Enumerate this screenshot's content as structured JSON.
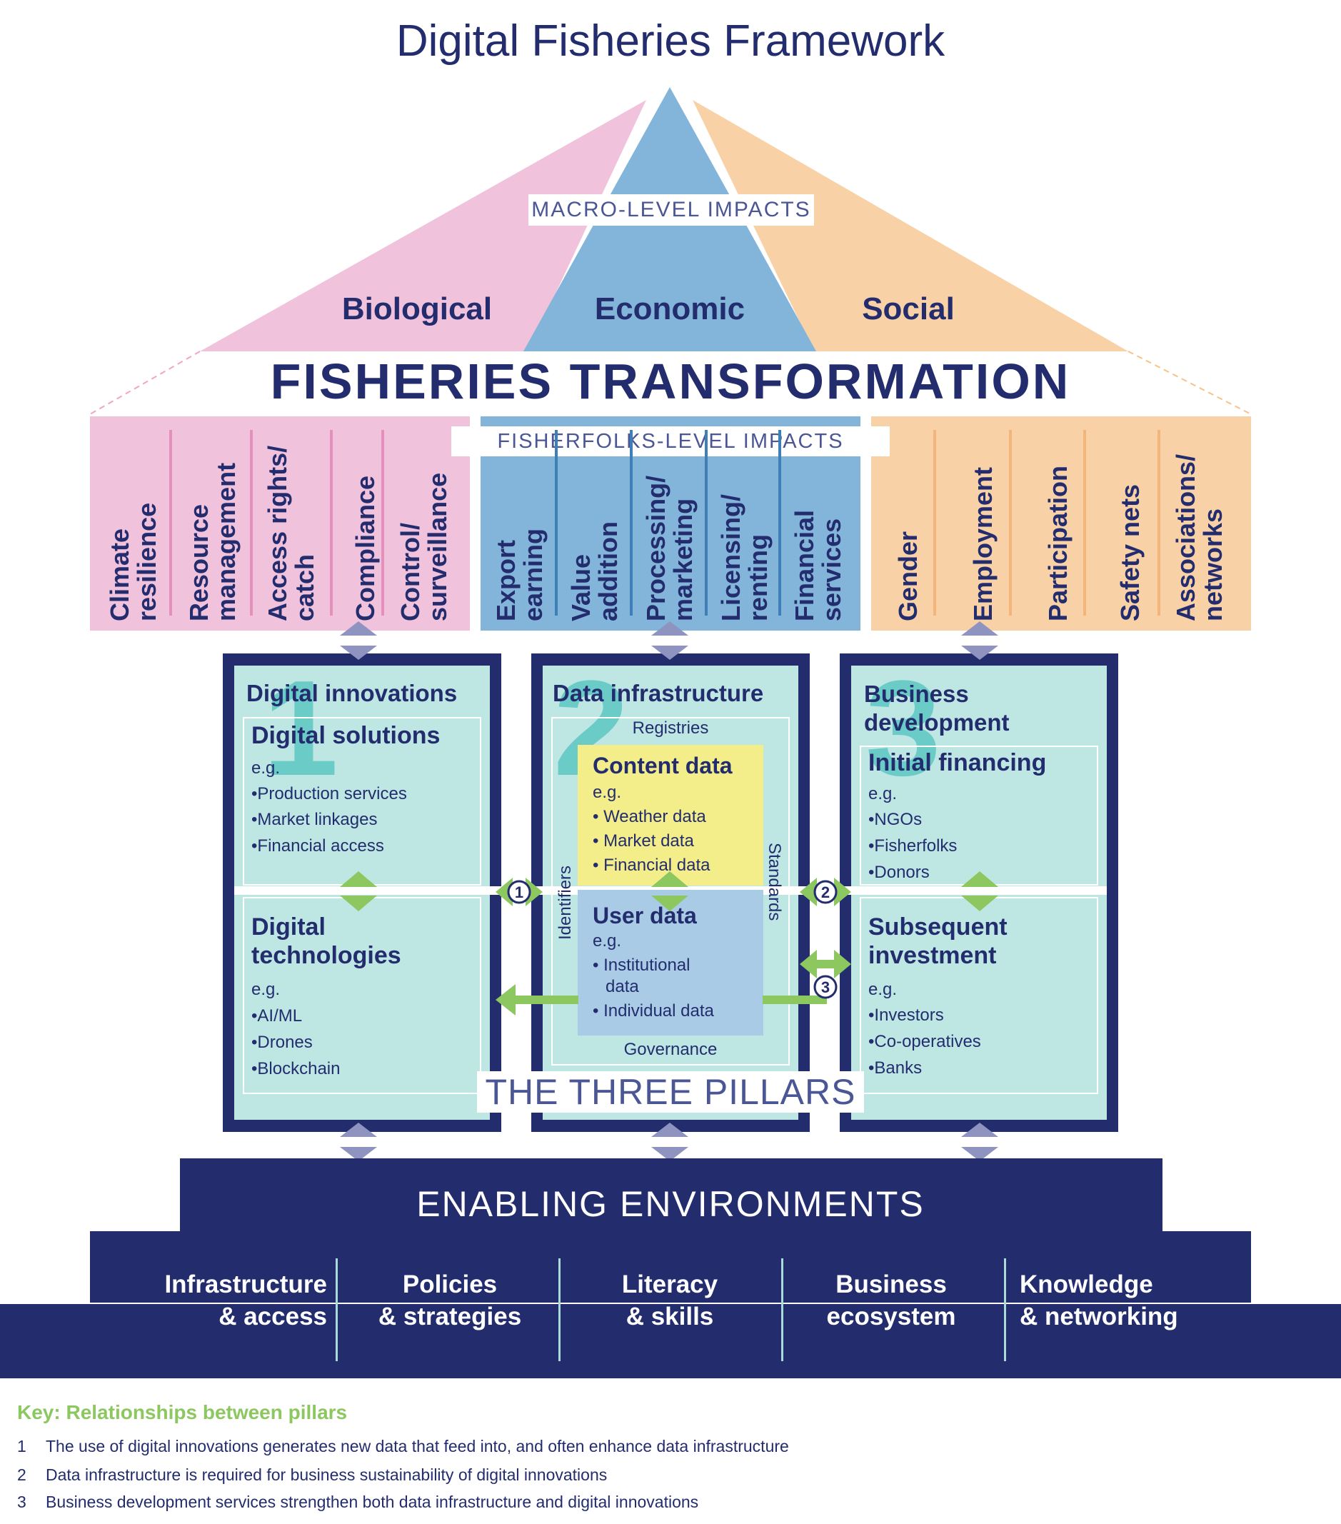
{
  "title": "Digital Fisheries Framework",
  "colors": {
    "navy": "#232d6e",
    "pink": "#f0c2dc",
    "blue": "#83b4d9",
    "orange": "#f8d1a6",
    "teal_light": "#bee7e4",
    "teal_number": "#6acbc7",
    "yellow": "#f3ee8a",
    "user_blue": "#a9cbe6",
    "green_arrow": "#8cc760",
    "grey_arrow": "#8e93bf"
  },
  "macro": {
    "label": "MACRO-LEVEL IMPACTS",
    "categories": [
      "Biological",
      "Economic",
      "Social"
    ]
  },
  "transformation": "FISHERIES TRANSFORMATION",
  "fisherfolks": {
    "label": "FISHERFOLKS-LEVEL IMPACTS",
    "biological": [
      [
        "Climate",
        "resilience"
      ],
      [
        "Resource",
        "management"
      ],
      [
        "Access rights/",
        "catch"
      ],
      [
        "Compliance"
      ],
      [
        "Control/",
        "surveillance"
      ]
    ],
    "economic": [
      [
        "Export",
        "earning"
      ],
      [
        "Value",
        "addition"
      ],
      [
        "Processing/",
        "marketing"
      ],
      [
        "Licensing/",
        "renting"
      ],
      [
        "Financial",
        "services"
      ]
    ],
    "social": [
      [
        "Gender"
      ],
      [
        "Employment"
      ],
      [
        "Participation"
      ],
      [
        "Safety nets"
      ],
      [
        "Associations/",
        "networks"
      ]
    ]
  },
  "pillars": {
    "label": "THE THREE PILLARS",
    "p1": {
      "number": "1",
      "title": "Digital innovations",
      "solutions": {
        "title": "Digital solutions",
        "eg": "e.g.",
        "items": [
          "•Production services",
          "•Market linkages",
          "•Financial access"
        ]
      },
      "technologies": {
        "title_line1": "Digital",
        "title_line2": "technologies",
        "eg": "e.g.",
        "items": [
          "•AI/ML",
          "•Drones",
          "•Blockchain"
        ]
      }
    },
    "p2": {
      "number": "2",
      "title": "Data infrastructure",
      "registries": "Registries",
      "identifiers": "Identifiers",
      "standards": "Standards",
      "governance": "Governance",
      "content": {
        "title": "Content data",
        "eg": "e.g.",
        "items": [
          "• Weather data",
          "• Market data",
          "• Financial data"
        ]
      },
      "user": {
        "title": "User data",
        "eg": "e.g.",
        "item1_line1": "• Institutional",
        "item1_line2": "data",
        "item2": "• Individual data"
      }
    },
    "p3": {
      "number": "3",
      "title_line1": "Business",
      "title_line2": "development",
      "initial": {
        "title": "Initial financing",
        "eg": "e.g.",
        "items": [
          "•NGOs",
          "•Fisherfolks",
          "•Donors"
        ]
      },
      "subsequent": {
        "title_line1": "Subsequent",
        "title_line2": "investment",
        "eg": "e.g.",
        "items": [
          "•Investors",
          "•Co-operatives",
          "•Banks"
        ]
      }
    }
  },
  "relation_markers": [
    "1",
    "2",
    "3"
  ],
  "enabling": {
    "title": "ENABLING ENVIRONMENTS",
    "items": [
      [
        "Infrastructure",
        "& access"
      ],
      [
        "Policies",
        "& strategies"
      ],
      [
        "Literacy",
        "& skills"
      ],
      [
        "Business",
        "ecosystem"
      ],
      [
        "Knowledge",
        "& networking"
      ]
    ]
  },
  "key": {
    "title": "Key: Relationships between pillars",
    "rows": [
      {
        "num": "1",
        "text": "The use of digital innovations generates new data that feed into, and often enhance data infrastructure"
      },
      {
        "num": "2",
        "text": "Data infrastructure is required for business sustainability of digital innovations"
      },
      {
        "num": "3",
        "text": "Business development services strengthen both data infrastructure and digital innovations"
      }
    ]
  }
}
